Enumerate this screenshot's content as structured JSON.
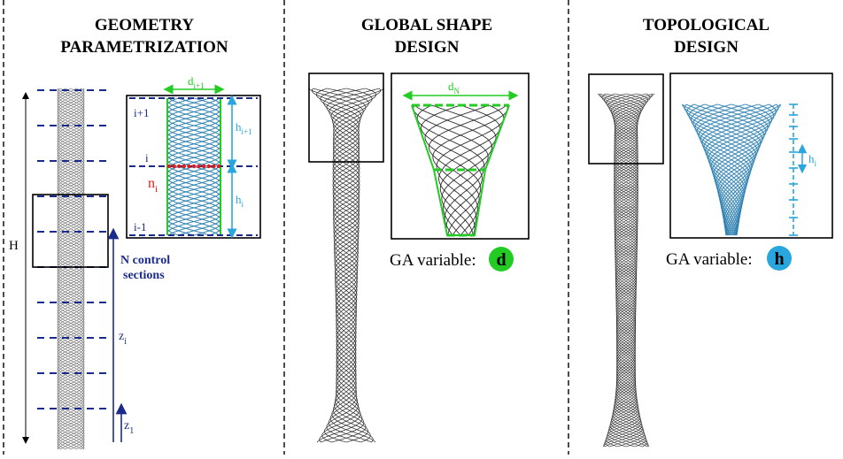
{
  "panels": [
    {
      "title_lines": [
        "GEOMETRY",
        "PARAMETRIZATION"
      ],
      "labels": {
        "height": "H",
        "control_sections_l1": "N control",
        "control_sections_l2": "sections",
        "z_i": "z",
        "z_i_sub": "i",
        "z_1": "z",
        "z_1_sub": "1",
        "d_i": "d",
        "d_i_sub": "i+1",
        "h_i1": "h",
        "h_i1_sub": "i+1",
        "h_i": "h",
        "h_i_sub": "i",
        "n_i": "n",
        "n_i_sub": "i",
        "sec_up": "i+1",
        "sec_mid": "i",
        "sec_down": "i-1"
      }
    },
    {
      "title_lines": [
        "GLOBAL SHAPE",
        "DESIGN"
      ],
      "labels": {
        "d_N": "d",
        "d_N_sub": "N"
      },
      "ga_text": "GA variable:",
      "ga_badge": "d"
    },
    {
      "title_lines": [
        "TOPOLOGICAL",
        "DESIGN"
      ],
      "labels": {
        "h_i": "h",
        "h_i_sub": "i"
      },
      "ga_text": "GA variable:",
      "ga_badge": "h"
    }
  ],
  "colors": {
    "navy": "#1a2b8c",
    "cyan": "#2aa6df",
    "green": "#22cc22",
    "red": "#e11b1b",
    "lattice_gray": "#777777",
    "lattice_dark": "#222222",
    "lattice_blue": "#2b7fb0"
  }
}
